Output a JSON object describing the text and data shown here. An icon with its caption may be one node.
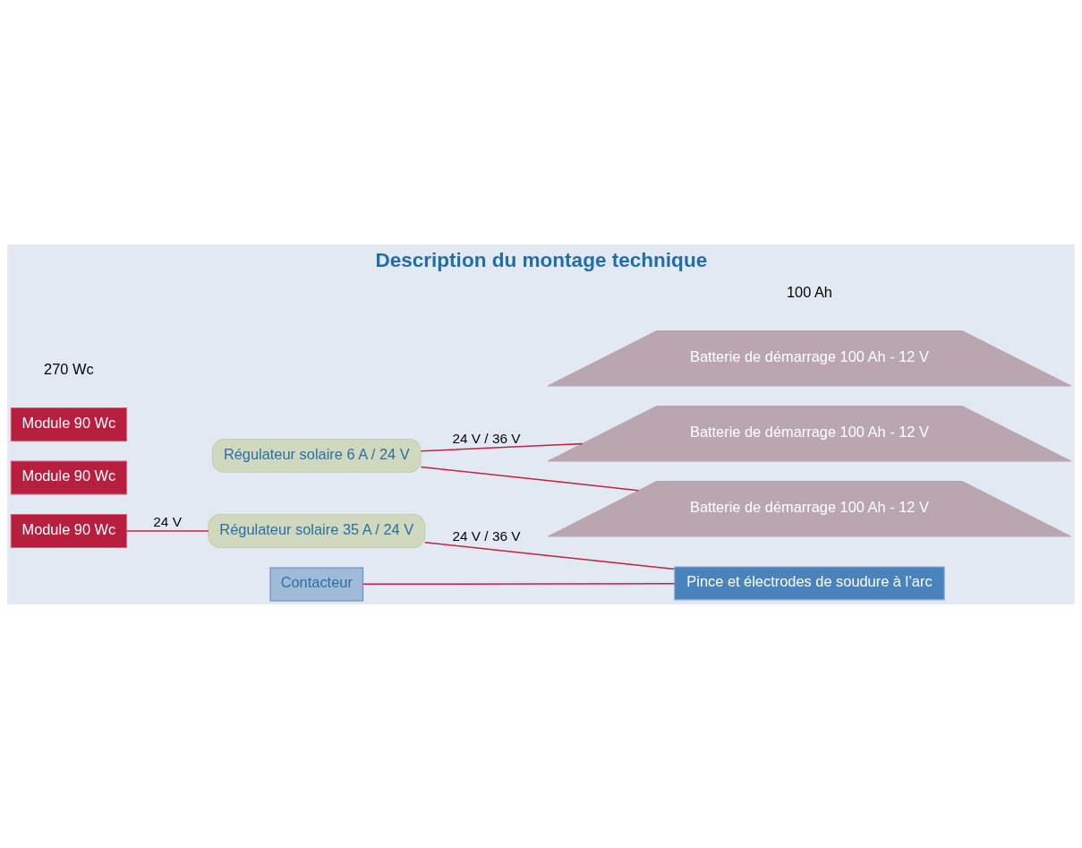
{
  "diagram": {
    "title": "Description du montage technique",
    "nodes": [
      {
        "text": [
          "Module 90 Wc"
        ]
      },
      {
        "text": [
          "Module 90 Wc"
        ]
      },
      {
        "text": [
          "Module 90 Wc"
        ]
      },
      {
        "text": [
          "Régulateur solaire 35 A / 24 V"
        ]
      },
      {
        "text": [
          "Régulateur solaire 6 A / 24 V"
        ]
      },
      {
        "text": [
          "Contacteur"
        ]
      },
      {
        "text": [
          "Pince et électrodes de soudure à l’arc"
        ]
      },
      {
        "text": [
          "Batterie de démarrage 100 Ah - 12 V"
        ]
      },
      {
        "text": [
          "Batterie de démarrage 100 Ah - 12 V"
        ]
      },
      {
        "text": [
          "Batterie de démarrage 100 Ah - 12 V"
        ]
      }
    ],
    "edges": [
      {
        "from": 0,
        "to": 3,
        "arrow": "none",
        "label": "24 V"
      },
      {
        "from": 3,
        "to": 6,
        "arrow": "none",
        "label": "24 V / 36 V"
      },
      {
        "from": 5,
        "to": 6,
        "arrow": "none"
      },
      {
        "from": 4,
        "to": 7,
        "arrow": "none",
        "label": "24 V / 36 V"
      },
      {
        "from": 4,
        "to": 8,
        "arrow": "none"
      }
    ],
    "labels": [
      "270 Wc",
      "100 Ah"
    ]
  }
}
